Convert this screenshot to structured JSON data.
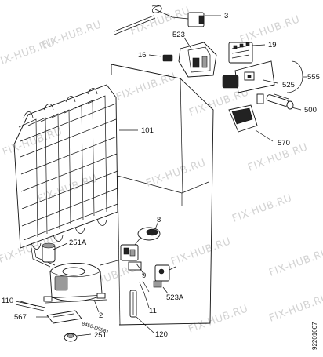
{
  "watermark": "FIX-HUB.RU",
  "document_code": "92201007",
  "component_code": "8450-D9881",
  "callouts": [
    "3",
    "523",
    "19",
    "16",
    "555",
    "525",
    "500",
    "570",
    "101",
    "8",
    "251A",
    "9",
    "523A",
    "2",
    "11",
    "110",
    "567",
    "120",
    "251"
  ]
}
